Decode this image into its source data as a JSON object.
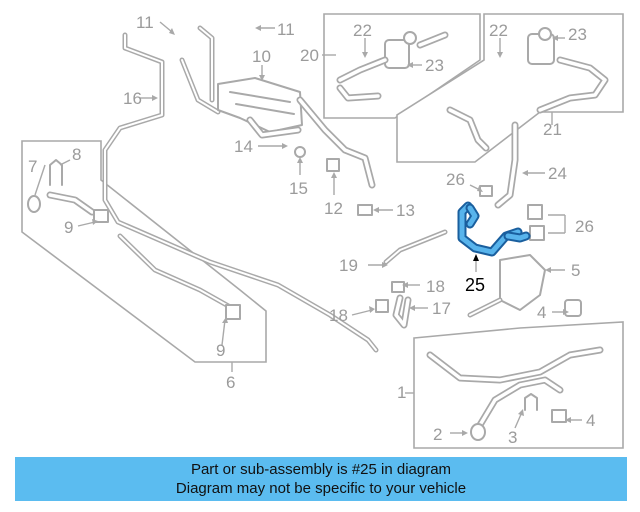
{
  "colors": {
    "part_line": "#a9a9a9",
    "label_gray": "#9b9b9b",
    "highlight_fill": "#58b4ec",
    "highlight_outline": "#1a5f9e",
    "banner": "#5bbcf0"
  },
  "callouts": {
    "c1": "1",
    "c2": "2",
    "c3": "3",
    "c4a": "4",
    "c4b": "4",
    "c5": "5",
    "c6": "6",
    "c7": "7",
    "c8": "8",
    "c9a": "9",
    "c9b": "9",
    "c10": "10",
    "c11a": "11",
    "c11b": "11",
    "c12": "12",
    "c13": "13",
    "c14": "14",
    "c15": "15",
    "c16": "16",
    "c17": "17",
    "c18a": "18",
    "c18b": "18",
    "c19": "19",
    "c20": "20",
    "c21": "21",
    "c22a": "22",
    "c22b": "22",
    "c23a": "23",
    "c23b": "23",
    "c24": "24",
    "c25": "25",
    "c26a": "26",
    "c26b": "26"
  },
  "highlighted_part": "25",
  "caption": {
    "line1": "Part or sub-assembly is #25 in diagram",
    "line2": "Diagram may not be specific to your vehicle"
  }
}
